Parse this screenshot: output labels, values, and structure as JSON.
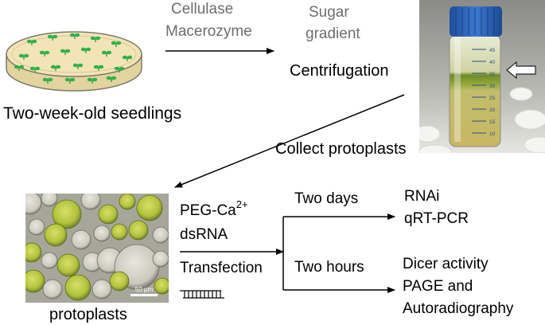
{
  "labels": {
    "seedlings": "Two-week-old seedlings",
    "enzyme_1": "Cellulase",
    "enzyme_2": "Macerozyme",
    "sugar": "Sugar",
    "gradient": "gradient",
    "centrifugation": "Centrifugation",
    "collect": "Collect protoplasts",
    "protoplasts": "protoplasts",
    "peg_ca": "PEG-Ca",
    "peg_ca_sup": "2+",
    "dsrna": "dsRNA",
    "transfection": "Transfection",
    "two_days": "Two days",
    "two_hours": "Two hours",
    "rnai": "RNAi",
    "qrtpcr": "qRT-PCR",
    "dicer": "Dicer activity",
    "page": "PAGE and",
    "autoradiography": "Autoradiography"
  },
  "tube_scale": [
    "45",
    "40",
    "35",
    "30",
    "25",
    "20",
    "15",
    "10"
  ],
  "scale_bar": "50 µm",
  "colors": {
    "dish_agar": "#f3e4b8",
    "seedling_green": "#2fb24a",
    "cap_blue": "#2c63b8",
    "tube_band": "#7f9a32",
    "micro_bg": "#a6a79a",
    "cell_green": "#b9c948",
    "label_grey": "#6e6e6e"
  }
}
